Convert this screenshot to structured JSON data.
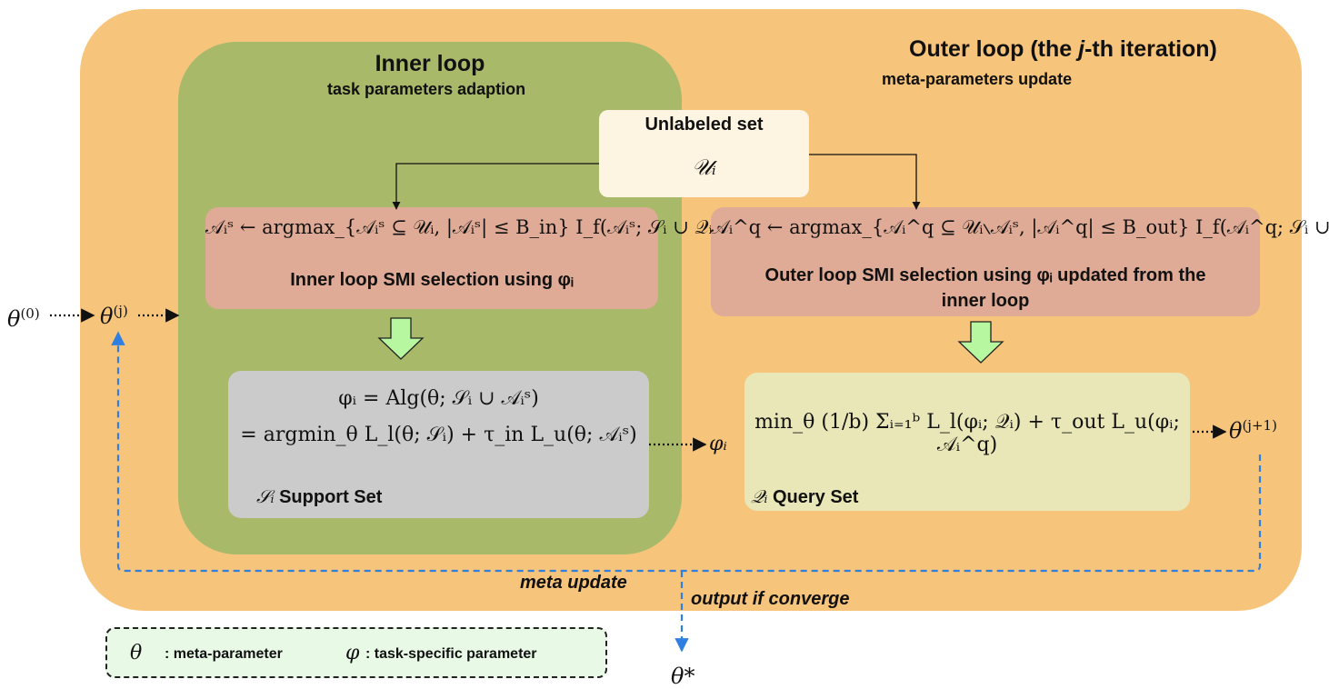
{
  "outer": {
    "title_prefix": "Outer loop (the ",
    "title_var": "j",
    "title_suffix": "-th iteration)",
    "subtitle": "meta-parameters update"
  },
  "inner": {
    "title": "Inner loop",
    "subtitle": "task parameters adaption"
  },
  "unlabeled": {
    "title": "Unlabeled set",
    "symbol": "𝒰ᵢ"
  },
  "inner_selection": {
    "equation": "𝒜ᵢˢ ← argmax_{𝒜ᵢˢ ⊆ 𝒰ᵢ, |𝒜ᵢˢ| ≤ B_in}  I_f(𝒜ᵢˢ; 𝒮ᵢ ∪ 𝒬ᵢ)",
    "caption": "Inner loop SMI selection using φᵢ"
  },
  "outer_selection": {
    "equation": "𝒜ᵢ^q ← argmax_{𝒜ᵢ^q ⊆ 𝒰ᵢ∖𝒜ᵢˢ, |𝒜ᵢ^q| ≤ B_out}  I_f(𝒜ᵢ^q; 𝒮ᵢ ∪ 𝒬ᵢ)",
    "caption_line1": "Outer loop SMI selection using φᵢ updated from the",
    "caption_line2": "inner loop"
  },
  "support": {
    "eq1": "φᵢ = Alg(θ; 𝒮ᵢ ∪ 𝒜ᵢˢ)",
    "eq2": "= argmin_θ L_l(θ; 𝒮ᵢ) + τ_in L_u(θ; 𝒜ᵢˢ)",
    "label_symbol": "𝒮ᵢ",
    "label_text": "Support Set"
  },
  "query": {
    "eq": "min_θ (1/b) Σᵢ₌₁ᵇ L_l(φᵢ; 𝒬ᵢ) + τ_out L_u(φᵢ; 𝒜ᵢ^q)",
    "label_symbol": "𝒬ᵢ",
    "label_text": "Query Set"
  },
  "labels": {
    "theta0": "θ",
    "theta0_sup": "(0)",
    "thetaj": "θ",
    "thetaj_sup": "(j)",
    "thetaj1": "θ",
    "thetaj1_sup": "(j+1)",
    "theta_star": "θ*",
    "phi_i": "φᵢ",
    "meta_update": "meta update",
    "output_converge": "output if converge"
  },
  "legend": {
    "theta_symbol": "θ",
    "theta_text": ": meta-parameter",
    "phi_symbol": "φ",
    "phi_text": ": task-specific parameter"
  },
  "colors": {
    "outer_fill": "#f6c47a",
    "inner_fill": "#a8b96a",
    "selection_fill": "#e0ab96",
    "support_fill": "#cbcbcb",
    "query_fill": "#e9e7b7",
    "unlabeled_fill": "#fdf5e2",
    "down_arrow_fill": "#b6f7a0",
    "meta_update_line": "#2f7fe0",
    "legend_fill": "#e8f9e6"
  }
}
